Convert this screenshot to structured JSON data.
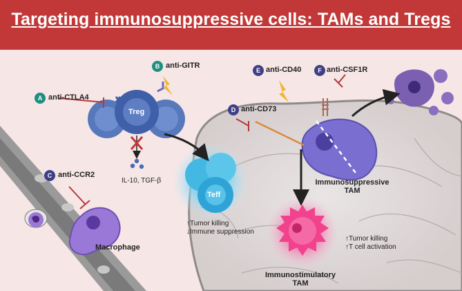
{
  "title": "Targeting immunosuppressive cells: TAMs and Tregs",
  "colors": {
    "banner": "#c23838",
    "badge_teal": "#1e8f80",
    "badge_navy": "#3e3f87",
    "inhibitor": "#b23a3a",
    "lightning": "#f2b630",
    "treg": "#4a6bb3",
    "teff": "#3cb2de",
    "tam_suppressive": "#6a5fc0",
    "tam_stimulatory": "#e0337a",
    "macrophage": "#8e6ad0"
  },
  "icons": [
    "lightning-icon",
    "inhibitor-icon",
    "arrow-icon",
    "cross-icon"
  ],
  "targets": {
    "a": {
      "letter": "A",
      "label": "anti-CTLA4"
    },
    "b": {
      "letter": "B",
      "label": "anti-GITR"
    },
    "c": {
      "letter": "C",
      "label": "anti-CCR2"
    },
    "d": {
      "letter": "D",
      "label": "anti-CD73"
    },
    "e": {
      "letter": "E",
      "label": "anti-CD40"
    },
    "f": {
      "letter": "F",
      "label": "anti-CSF1R"
    }
  },
  "cells": {
    "treg": "Treg",
    "teff": "Teff",
    "macrophage": "Macrophage",
    "suppressive_tam_line1": "Immunosuppressive",
    "suppressive_tam_line2": "TAM",
    "stimulatory_tam_line1": "Immunostimulatory",
    "stimulatory_tam_line2": "TAM"
  },
  "cytokines": "IL-10, TGF-β",
  "teff_effects": [
    "↑Tumor killing",
    "↓Immune suppression"
  ],
  "tam_effects": [
    "↑Tumor killing",
    "↑T cell activation"
  ]
}
